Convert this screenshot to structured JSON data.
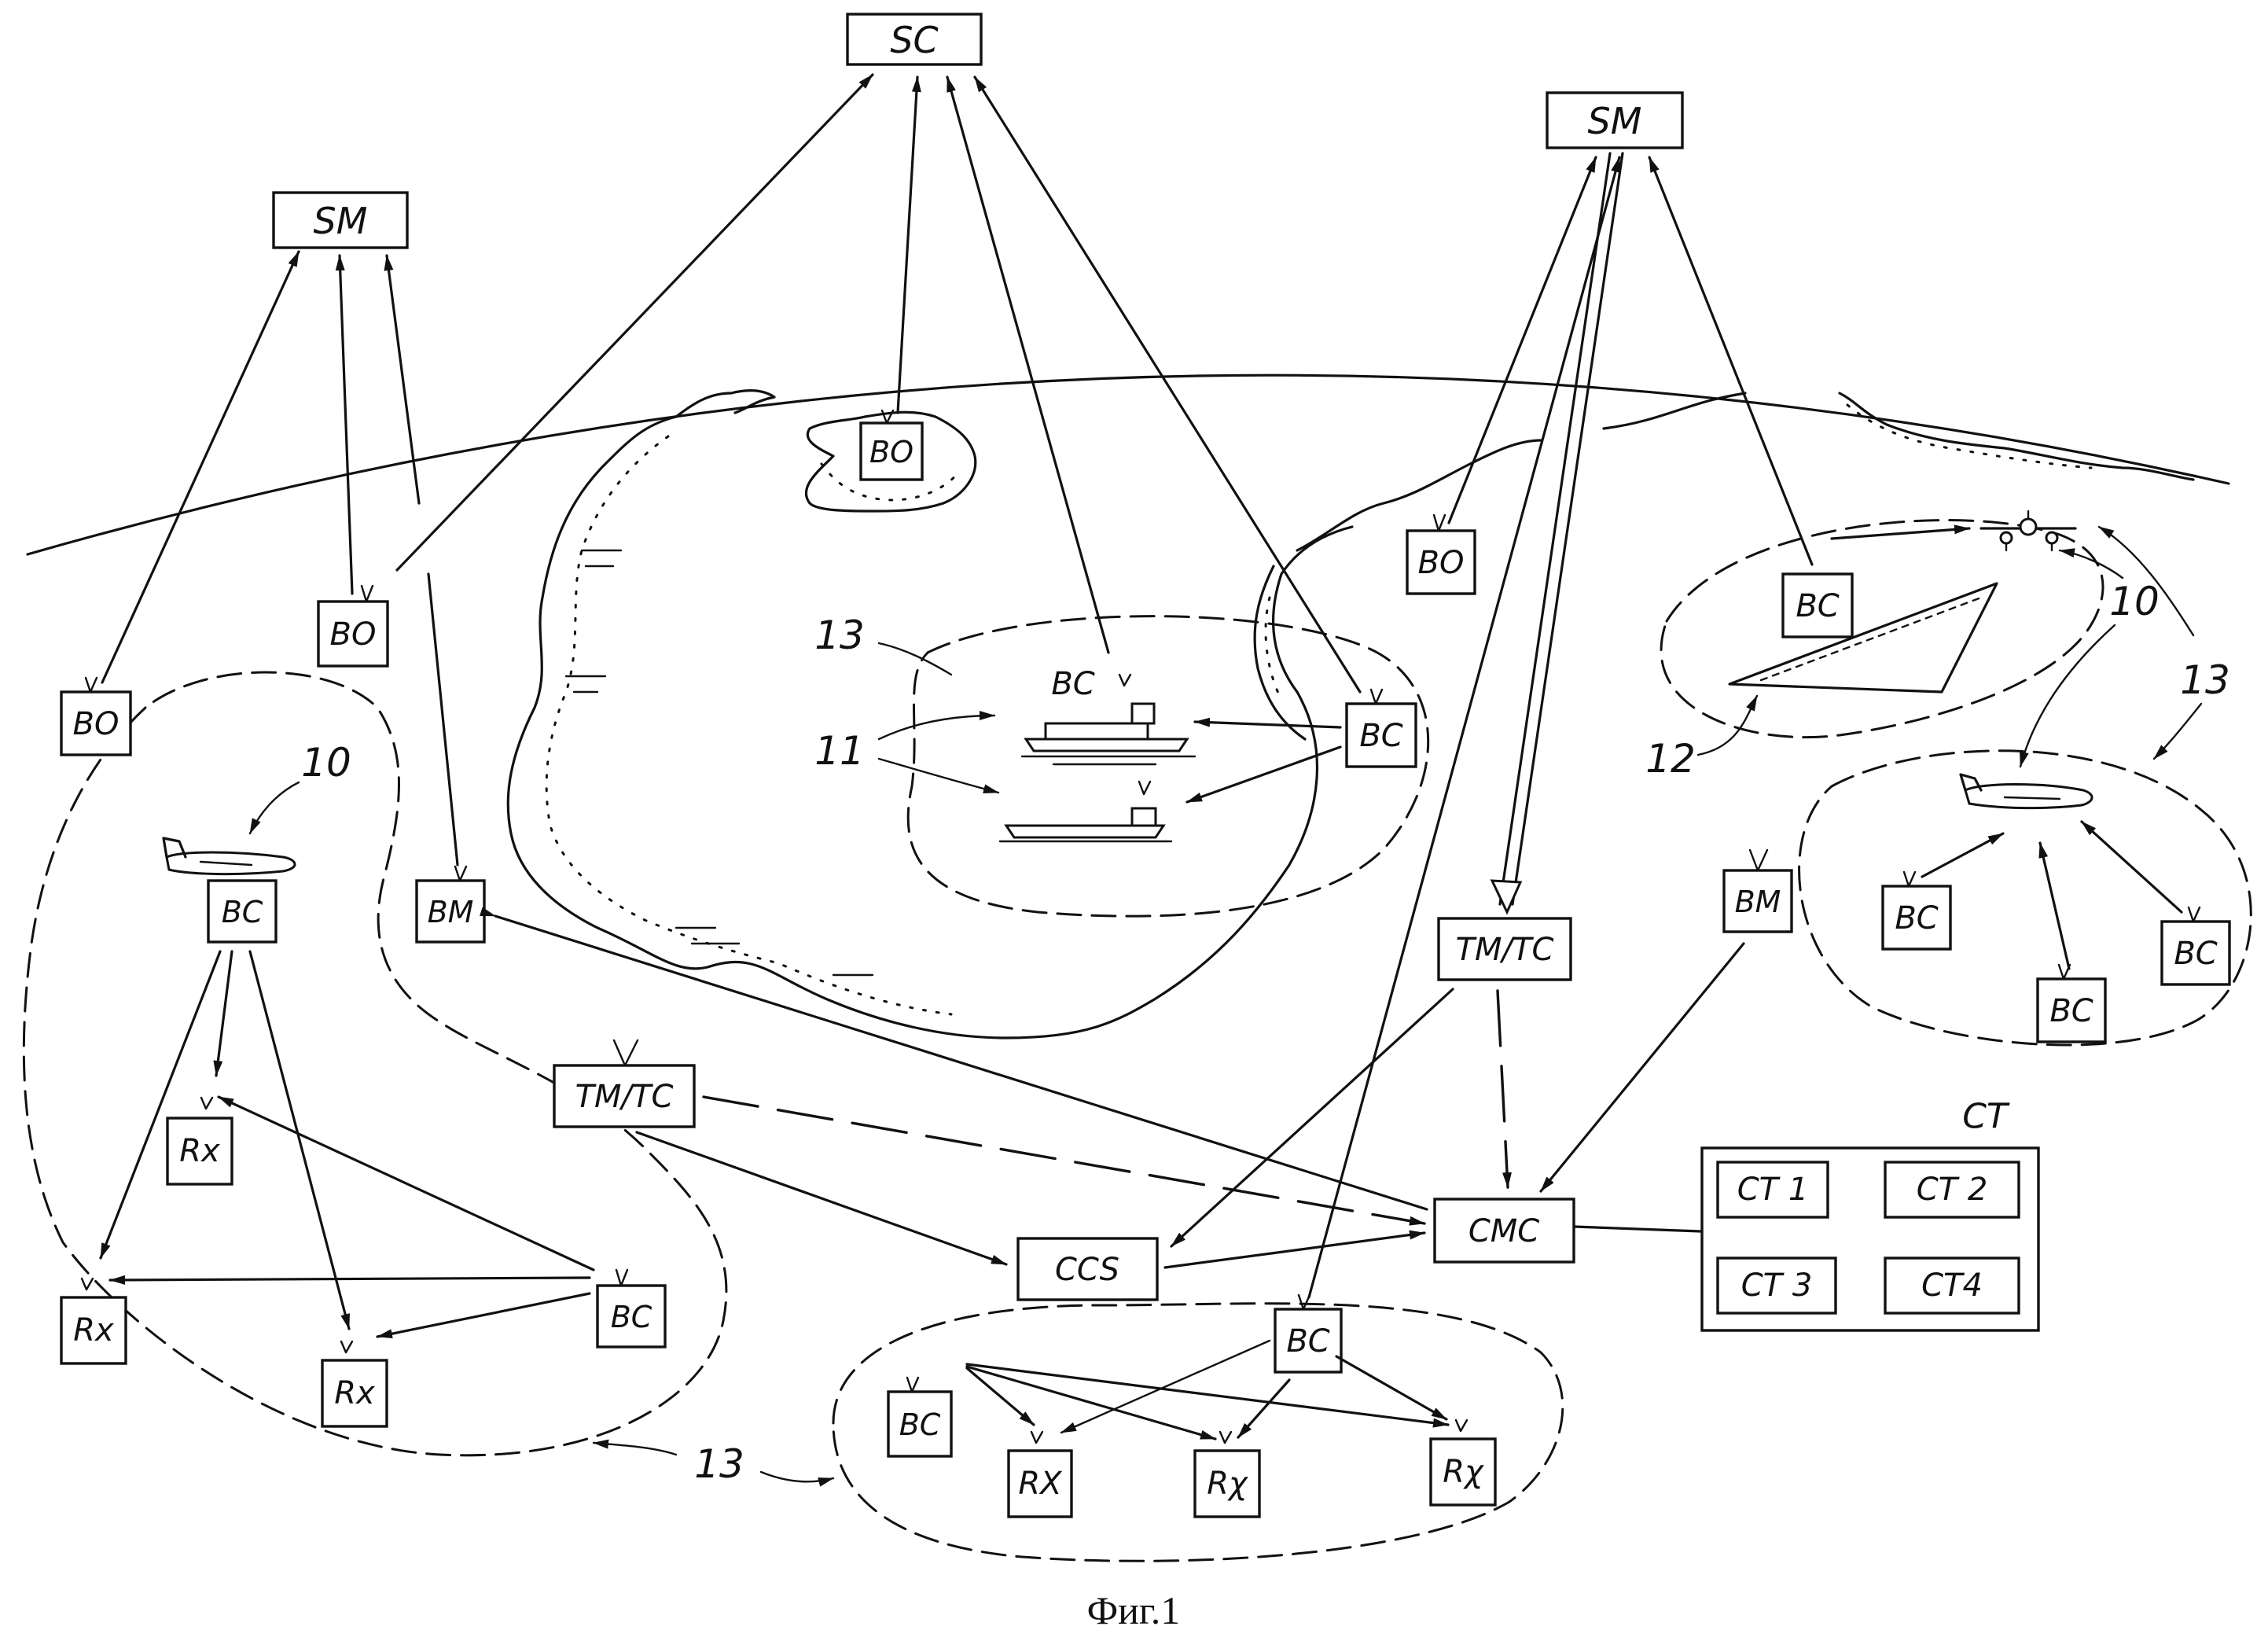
{
  "figure": {
    "caption": "Фиг.1"
  },
  "nodes": {
    "sc": "SC",
    "sm_left": "SM",
    "sm_right": "SM",
    "bo_far_left": "BO",
    "bo_left": "BO",
    "bo_island": "BO",
    "bo_right": "BO",
    "bc_plane_left": "BC",
    "bc_left_bottom": "BC",
    "bc_ship_label": "BC",
    "bc_sea": "BC",
    "bc_airport": "BC",
    "bc_r1": "BC",
    "bc_r2": "BC",
    "bc_r3": "BC",
    "bc_bottom_left": "BC",
    "bc_bottom_right": "BC",
    "bm_left": "BM",
    "bm_right": "BM",
    "rx_1": "Rx",
    "rx_2": "Rx",
    "rx_3": "Rx",
    "rx_4": "RX",
    "rx_5": "Rχ",
    "rx_6": "Rχ",
    "tmtc_left": "TM/TC",
    "tmtc_right": "TM/TC",
    "ccs": "CCS",
    "cmc": "CMC",
    "ct_title": "CT",
    "ct1": "CT 1",
    "ct2": "CT 2",
    "ct3": "CT 3",
    "ct4": "CT4"
  },
  "refs": {
    "r10_left": "10",
    "r10_right": "10",
    "r11": "11",
    "r12": "12",
    "r13_sea": "13",
    "r13_right": "13",
    "r13_bottom": "13"
  }
}
